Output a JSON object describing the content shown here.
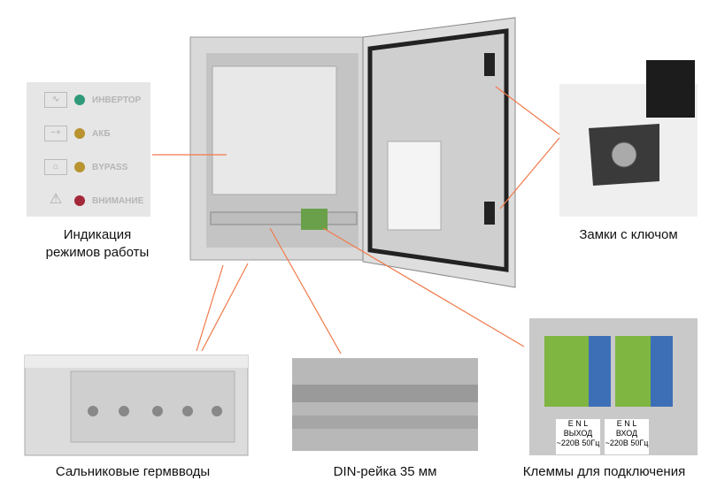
{
  "indicator_panel": {
    "rows": [
      {
        "icon": "sine-wave-icon",
        "label": "ИНВЕРТОР",
        "led_color": "#2f9a7a"
      },
      {
        "icon": "battery-icon",
        "label": "АКБ",
        "led_color": "#b8932f"
      },
      {
        "icon": "bypass-house-icon",
        "label": "BYPASS",
        "led_color": "#b8932f"
      },
      {
        "icon": "warning-triangle-icon",
        "label": "ВНИМАНИЕ",
        "led_color": "#a3283a"
      }
    ]
  },
  "labels": {
    "indication": [
      "Индикация",
      "режимов работы"
    ],
    "locks": "Замки с ключом",
    "glands": "Сальниковые гермвводы",
    "din": "DIN-рейка 35 мм",
    "terminals": "Клеммы для подключения"
  },
  "terminals": {
    "letters": [
      "E",
      "N",
      "L"
    ],
    "out_label": "ВЫХОД",
    "in_label": "ВХОД",
    "voltage": "~220В 50Гц"
  },
  "colors": {
    "leader": "#f07a4a",
    "cabinet": "#dcdcdc"
  }
}
